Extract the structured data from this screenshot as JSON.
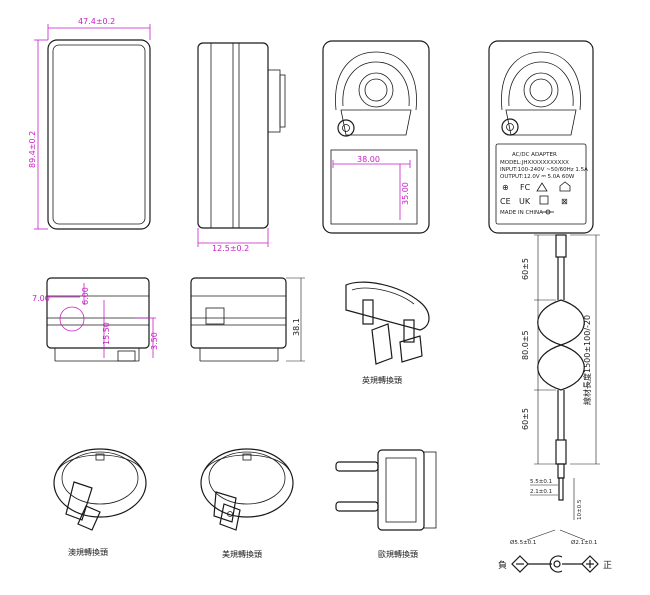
{
  "dimensions": {
    "front_width": "47.4±0.2",
    "front_height": "89.4±0.2",
    "side_depth": "12.5±0.2",
    "label_width": "38.00",
    "label_height": "35.00",
    "bottom_offset_x": "7.00",
    "bottom_offset_y": "6.00",
    "bottom_slot_a": "15.50",
    "bottom_slot_b": "3.50",
    "bottom_height": "38.1",
    "cable_seg_top": "60±5",
    "cable_seg_mid": "80.0±5",
    "cable_seg_bot": "60±5",
    "cable_total": "線材長度1500±100/-20",
    "plug_outer": "5.5±0.1",
    "plug_inner": "2.1±0.1",
    "plug_len": "10±0.5",
    "polarity_outer": "Ø5.5±0.1",
    "polarity_inner": "Ø2.1±0.1"
  },
  "label_plate": {
    "title": "AC/DC ADAPTER",
    "model": "MODEL:JHXXXXXXXXXXX",
    "input": "INPUT:100-240V ~50/60Hz 1.5A",
    "output": "OUTPUT:12.0V ⎓ 5.0A 60W",
    "made_in": "MADE IN CHINA"
  },
  "captions": {
    "uk_plug": "英規轉換頭",
    "au_plug": "澳規轉換頭",
    "us_plug": "美規轉換頭",
    "eu_plug": "歐規轉換頭"
  },
  "polarity": {
    "negative": "負",
    "positive": "正"
  },
  "colors": {
    "dimension": "#c81ec8",
    "outline": "#1a1a1a"
  }
}
